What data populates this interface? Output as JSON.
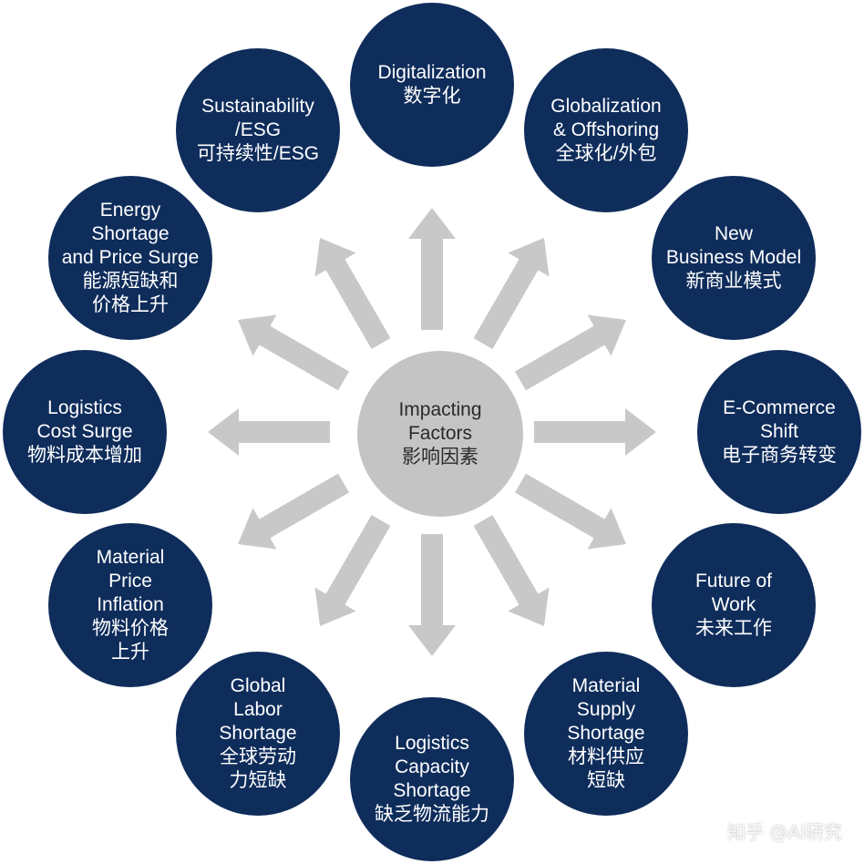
{
  "center": {
    "lines": [
      "Impacting",
      "Factors",
      "影响因素"
    ]
  },
  "factors": [
    {
      "id": "digitalization",
      "lines": [
        "Digitalization",
        "数字化"
      ]
    },
    {
      "id": "globalization",
      "lines": [
        "Globalization",
        "& Offshoring",
        "全球化/外包"
      ]
    },
    {
      "id": "new-business-model",
      "lines": [
        "New",
        "Business Model",
        "新商业模式"
      ]
    },
    {
      "id": "e-commerce-shift",
      "lines": [
        "E-Commerce",
        "Shift",
        "电子商务转变"
      ]
    },
    {
      "id": "future-of-work",
      "lines": [
        "Future of",
        "Work",
        "未来工作"
      ]
    },
    {
      "id": "material-supply-shortage",
      "lines": [
        "Material",
        "Supply",
        "Shortage",
        "材料供应",
        "短缺"
      ]
    },
    {
      "id": "logistics-capacity-shortage",
      "lines": [
        "Logistics",
        "Capacity",
        "Shortage",
        "缺乏物流能力"
      ]
    },
    {
      "id": "global-labor-shortage",
      "lines": [
        "Global",
        "Labor",
        "Shortage",
        "全球劳动",
        "力短缺"
      ]
    },
    {
      "id": "material-price-inflation",
      "lines": [
        "Material",
        "Price",
        "Inflation",
        "物料价格",
        "上升"
      ]
    },
    {
      "id": "logistics-cost-surge",
      "lines": [
        "Logistics",
        "Cost Surge",
        "物料成本增加"
      ]
    },
    {
      "id": "energy-shortage",
      "lines": [
        "Energy",
        "Shortage",
        "and Price Surge",
        "能源短缺和",
        "价格上升"
      ]
    },
    {
      "id": "sustainability-esg",
      "lines": [
        "Sustainability",
        "/ESG",
        "可持续性/ESG"
      ]
    }
  ],
  "watermark": "知乎 @AI研究",
  "colors": {
    "factor_circle": "#0f2d5b",
    "center_circle": "#c4c4c4",
    "arrow": "#c8c8c8",
    "text_light": "#ffffff",
    "text_dark": "#2a2a2a"
  }
}
